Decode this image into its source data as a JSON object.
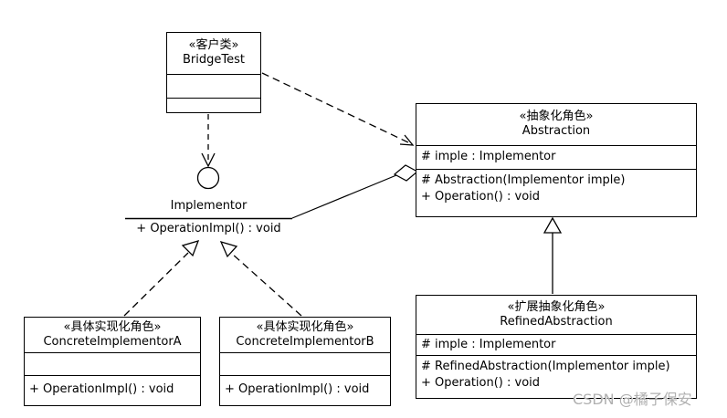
{
  "diagram": {
    "kind": "uml-class-diagram",
    "pattern": "Bridge",
    "colors": {
      "line": "#000000",
      "background": "#ffffff",
      "watermark": "#b0b0b0"
    },
    "watermark": "CSDN @橘子保安"
  },
  "classes": {
    "bridge_test": {
      "stereotype": "«客户类»",
      "name": "BridgeTest",
      "attributes": [],
      "operations": []
    },
    "abstraction": {
      "stereotype": "«抽象化角色»",
      "name": "Abstraction",
      "attributes": [
        "# imple : Implementor"
      ],
      "operations": [
        "# Abstraction(Implementor imple)",
        "+ Operation() : void"
      ]
    },
    "implementor": {
      "name": "Implementor",
      "operations": [
        "+ OperationImpl() : void"
      ]
    },
    "concrete_implementor_a": {
      "stereotype": "«具体实现化角色»",
      "name": "ConcreteImplementorA",
      "attributes": [],
      "operations": [
        "+ OperationImpl() : void"
      ]
    },
    "concrete_implementor_b": {
      "stereotype": "«具体实现化角色»",
      "name": "ConcreteImplementorB",
      "attributes": [],
      "operations": [
        "+ OperationImpl() : void"
      ]
    },
    "refined_abstraction": {
      "stereotype": "«扩展抽象化角色»",
      "name": "RefinedAbstraction",
      "attributes": [
        "# imple : Implementor"
      ],
      "operations": [
        "# RefinedAbstraction(Implementor imple)",
        "+ Operation() : void"
      ]
    }
  },
  "relationships": [
    {
      "type": "dependency",
      "from": "BridgeTest",
      "to": "Abstraction",
      "line": "dashed",
      "head": "open-arrow"
    },
    {
      "type": "dependency",
      "from": "BridgeTest",
      "to": "Implementor",
      "line": "dashed",
      "head": "open-arrow-on-lollipop-circle"
    },
    {
      "type": "aggregation",
      "from": "Abstraction",
      "to": "Implementor",
      "line": "solid",
      "head": "hollow-diamond"
    },
    {
      "type": "generalization",
      "from": "RefinedAbstraction",
      "to": "Abstraction",
      "line": "solid",
      "head": "hollow-triangle"
    },
    {
      "type": "realization",
      "from": "ConcreteImplementorA",
      "to": "Implementor",
      "line": "dashed",
      "head": "hollow-triangle"
    },
    {
      "type": "realization",
      "from": "ConcreteImplementorB",
      "to": "Implementor",
      "line": "dashed",
      "head": "hollow-triangle"
    }
  ]
}
